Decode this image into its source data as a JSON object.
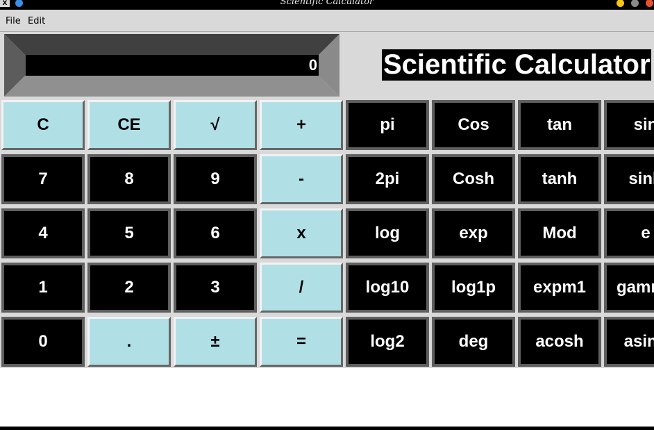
{
  "window": {
    "title": "Scientific Calculator",
    "app_icon": "X",
    "controls": [
      {
        "name": "minimize",
        "color": "#f5c518"
      },
      {
        "name": "maximize",
        "color": "#8a8a8a"
      },
      {
        "name": "close",
        "color": "#e8512f"
      }
    ]
  },
  "menu": {
    "file_label": "File",
    "edit_label": "Edit"
  },
  "display": {
    "value": "0"
  },
  "heading": "Scientific Calculator",
  "colors": {
    "light_key": "#b0e0e6",
    "dark_key": "#000000",
    "background": "#d9d9d9"
  },
  "keys": [
    {
      "label": "C",
      "style": "light"
    },
    {
      "label": "CE",
      "style": "light"
    },
    {
      "label": "√",
      "style": "light"
    },
    {
      "label": "+",
      "style": "light"
    },
    {
      "label": "pi",
      "style": "dark"
    },
    {
      "label": "Cos",
      "style": "dark"
    },
    {
      "label": "tan",
      "style": "dark"
    },
    {
      "label": "sin",
      "style": "dark"
    },
    {
      "label": "7",
      "style": "dark"
    },
    {
      "label": "8",
      "style": "dark"
    },
    {
      "label": "9",
      "style": "dark"
    },
    {
      "label": "-",
      "style": "light"
    },
    {
      "label": "2pi",
      "style": "dark"
    },
    {
      "label": "Cosh",
      "style": "dark"
    },
    {
      "label": "tanh",
      "style": "dark"
    },
    {
      "label": "sinh",
      "style": "dark"
    },
    {
      "label": "4",
      "style": "dark"
    },
    {
      "label": "5",
      "style": "dark"
    },
    {
      "label": "6",
      "style": "dark"
    },
    {
      "label": "x",
      "style": "light"
    },
    {
      "label": "log",
      "style": "dark"
    },
    {
      "label": "exp",
      "style": "dark"
    },
    {
      "label": "Mod",
      "style": "dark"
    },
    {
      "label": "e",
      "style": "dark"
    },
    {
      "label": "1",
      "style": "dark"
    },
    {
      "label": "2",
      "style": "dark"
    },
    {
      "label": "3",
      "style": "dark"
    },
    {
      "label": "/",
      "style": "light"
    },
    {
      "label": "log10",
      "style": "dark"
    },
    {
      "label": "log1p",
      "style": "dark"
    },
    {
      "label": "expm1",
      "style": "dark"
    },
    {
      "label": "gamma",
      "style": "dark"
    },
    {
      "label": "0",
      "style": "dark"
    },
    {
      "label": ".",
      "style": "light"
    },
    {
      "label": "±",
      "style": "light"
    },
    {
      "label": "=",
      "style": "light"
    },
    {
      "label": "log2",
      "style": "dark"
    },
    {
      "label": "deg",
      "style": "dark"
    },
    {
      "label": "acosh",
      "style": "dark"
    },
    {
      "label": "asinh",
      "style": "dark"
    }
  ]
}
